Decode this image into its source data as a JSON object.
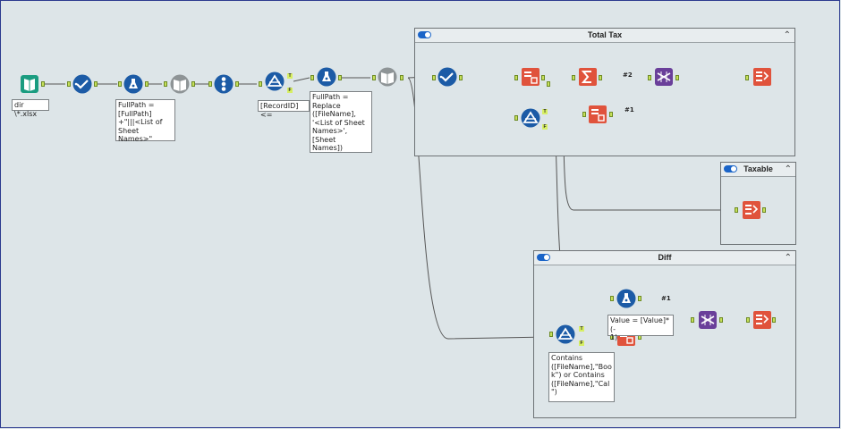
{
  "containers": {
    "total_tax": {
      "title": "Total Tax"
    },
    "taxable": {
      "title": "Taxable"
    },
    "diff": {
      "title": "Diff"
    }
  },
  "notes": {
    "input": "dir \\*.xlsx",
    "formula1": "FullPath =\n[FullPath]\n+\"|||<List of\nSheet Names>\"",
    "filter1": "[RecordID] <=",
    "formula2": "FullPath =\nReplace\n([FileName],\n'<List of Sheet\nNames>', [Sheet\nNames])",
    "filter2": "Contains\n([FileName],\"Boo\nk\") or Contains\n([FileName],\"Cal\n\")",
    "formula3": "Value = [Value]*(-\n1)"
  },
  "labels": {
    "join1": "#2",
    "join2": "#1",
    "union1": "#1",
    "union2": "#2",
    "t": "T",
    "f": "F"
  },
  "icons": {
    "directory": "directory-icon",
    "select": "select-icon",
    "formula": "formula-icon",
    "dynamic_input": "dynamic-input-icon",
    "record_id": "record-id-icon",
    "filter": "filter-icon",
    "transpose": "transpose-icon",
    "summarize": "summarize-icon",
    "union": "union-icon",
    "browse": "browse-icon"
  }
}
